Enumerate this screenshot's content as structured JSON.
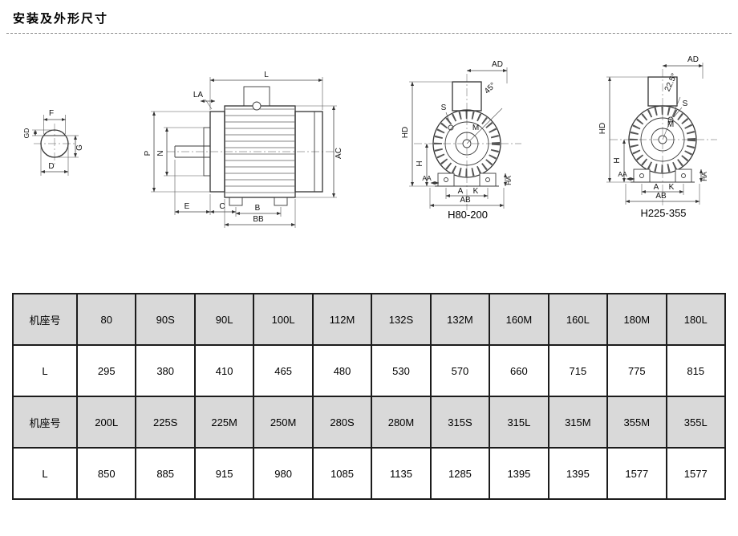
{
  "page": {
    "title": "安装及外形尺寸"
  },
  "diagrams": {
    "shaft_end": {
      "f": "F",
      "gd": "GD",
      "g": "G",
      "d": "D"
    },
    "side_view": {
      "l": "L",
      "la": "LA",
      "p": "P",
      "n": "N",
      "ac": "AC",
      "b": "B",
      "bb": "BB",
      "e": "E",
      "c": "C"
    },
    "front_small": {
      "ad": "AD",
      "angle": "45°",
      "s": "S",
      "m": "M",
      "hd": "HD",
      "h": "H",
      "aa": "AA",
      "a": "A",
      "k": "K",
      "ha": "HA",
      "ab": "AB",
      "caption": "H80-200"
    },
    "front_large": {
      "ad": "AD",
      "angle": "22.5°",
      "s": "S",
      "m": "M",
      "hd": "HD",
      "h": "H",
      "aa": "AA",
      "a": "A",
      "k": "K",
      "ha": "HA",
      "ab": "AB",
      "caption": "H225-355"
    }
  },
  "table": {
    "rows": [
      {
        "cells": [
          "机座号",
          "80",
          "90S",
          "90L",
          "100L",
          "112M",
          "132S",
          "132M",
          "160M",
          "160L",
          "180M",
          "180L"
        ]
      },
      {
        "cells": [
          "L",
          "295",
          "380",
          "410",
          "465",
          "480",
          "530",
          "570",
          "660",
          "715",
          "775",
          "815"
        ]
      },
      {
        "cells": [
          "机座号",
          "200L",
          "225S",
          "225M",
          "250M",
          "280S",
          "280M",
          "315S",
          "315L",
          "315M",
          "355M",
          "355L"
        ]
      },
      {
        "cells": [
          "L",
          "850",
          "885",
          "915",
          "980",
          "1085",
          "1135",
          "1285",
          "1395",
          "1395",
          "1577",
          "1577"
        ]
      }
    ]
  }
}
